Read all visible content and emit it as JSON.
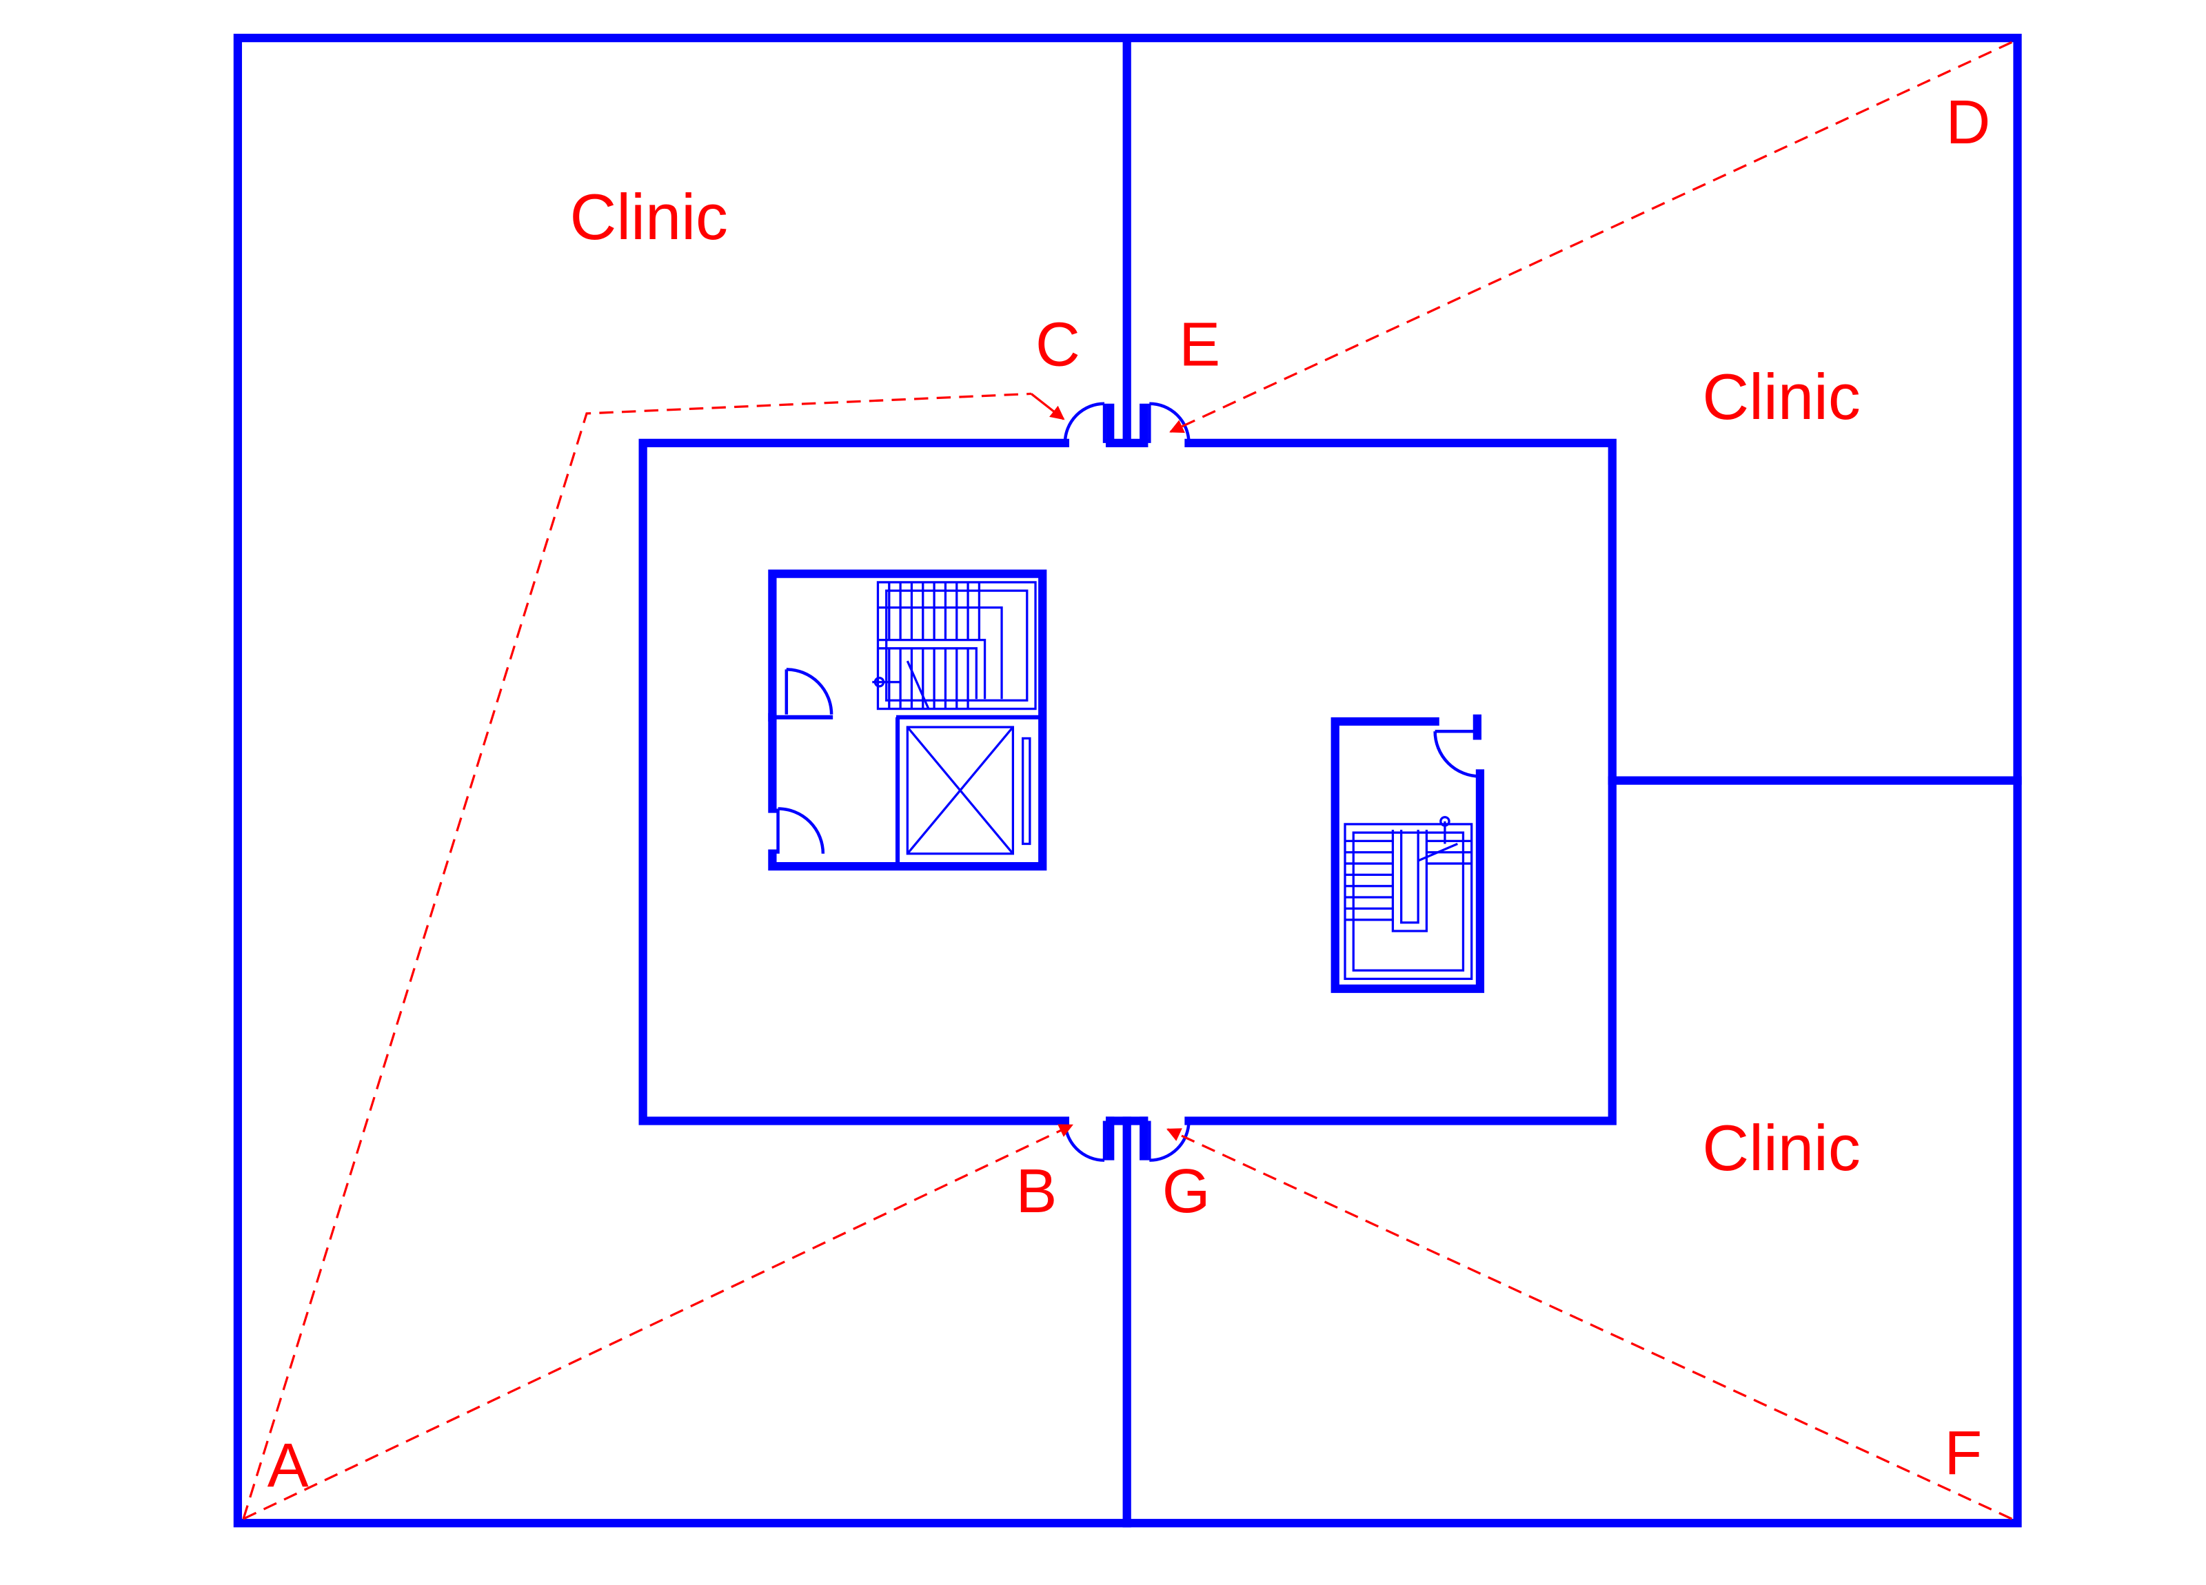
{
  "colors": {
    "walls": "#0000ff",
    "annotations": "#ff0000",
    "background": "#ffffff"
  },
  "rooms": [
    {
      "id": "clinic-top-left",
      "label": "Clinic"
    },
    {
      "id": "clinic-top-right",
      "label": "Clinic"
    },
    {
      "id": "clinic-bottom-right",
      "label": "Clinic"
    }
  ],
  "points": {
    "A": "A",
    "B": "B",
    "C": "C",
    "D": "D",
    "E": "E",
    "F": "F",
    "G": "G"
  },
  "routes": [
    {
      "from": "A",
      "to": "C"
    },
    {
      "from": "A",
      "to": "B"
    },
    {
      "from": "D",
      "to": "E"
    },
    {
      "from": "F",
      "to": "G"
    }
  ],
  "icons": [
    "staircase-icon",
    "elevator-icon",
    "door-swing-icon",
    "dashed-route-arrow"
  ]
}
